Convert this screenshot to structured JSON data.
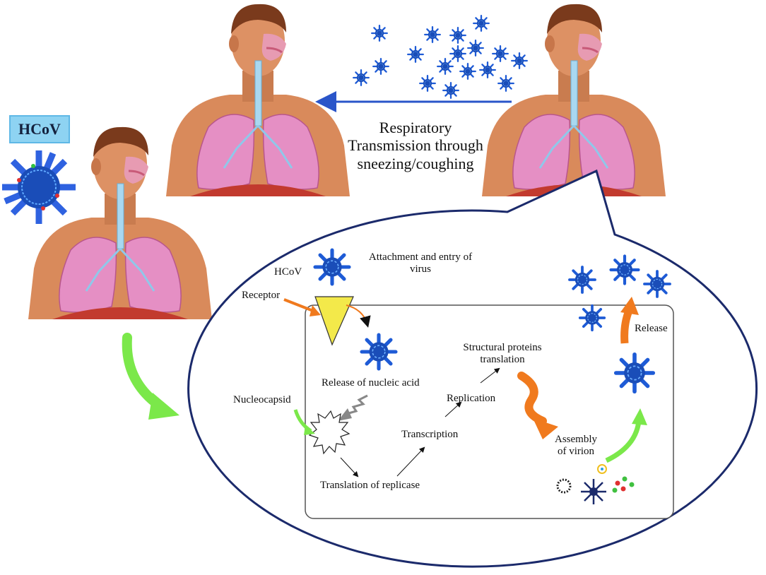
{
  "labels": {
    "hcov_badge": "HCoV",
    "transmission_line1": "Respiratory",
    "transmission_line2": "Transmission through",
    "transmission_line3": "sneezing/coughing",
    "attachment_line1": "Attachment and entry of",
    "attachment_line2": "virus",
    "hcov_inner": "HCoV",
    "receptor": "Receptor",
    "release_nucleic": "Release of nucleic acid",
    "nucleocapsid": "Nucleocapsid",
    "translation_replicase": "Translation of replicase",
    "transcription": "Transcription",
    "replication": "Replication",
    "structural_line1": "Structural proteins",
    "structural_line2": "translation",
    "assembly_line1": "Assembly",
    "assembly_line2": "of virion",
    "release": "Release"
  },
  "colors": {
    "virus_blue": "#1e5bd6",
    "virus_core": "#1a4db8",
    "arrow_blue": "#2a55c9",
    "outline_navy": "#1b2a6b",
    "skin": "#d98a5b",
    "hair": "#7a3a1c",
    "lung": "#e58fc4",
    "diaphragm": "#c23a2e",
    "green_arrow": "#7be84a",
    "orange_arrow": "#f07a1e",
    "receptor_yellow": "#f3e94a"
  }
}
